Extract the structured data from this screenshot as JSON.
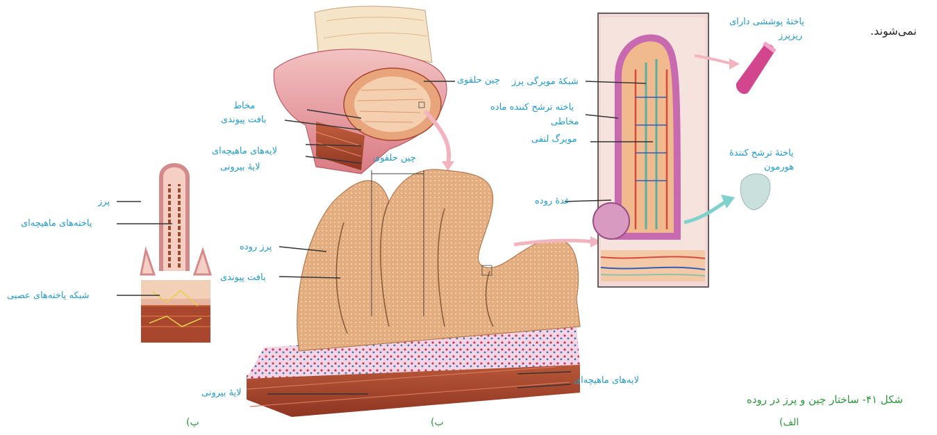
{
  "body_text": "نمی‌شوند.",
  "caption": "شکل ۴۱- ساختار چین و پرز در روده",
  "panels": {
    "alef": "الف)",
    "be": "ب)",
    "pe": "پ)"
  },
  "labels": {
    "circular_fold_top": "چین حلقوی",
    "mucosa": "مخاط",
    "connective_top": "بافت پیوندی",
    "muscle_layers_top": "لایه‌های ماهیچه‌ای",
    "outer_layer_top": "لایهٔ بیرونی",
    "circular_fold_mid": "چین حلقوی",
    "villus_mid": "پرز روده",
    "connective_mid": "بافت پیوندی",
    "muscle_layers_bottom": "لایه‌های ماهیچه‌ای",
    "outer_layer_bottom": "لایهٔ بیرونی",
    "villus_left": "پرز",
    "muscle_cells_left": "یاخته‌های ماهیچه‌ای",
    "nerve_network_left": "شبکه یاخته‌های عصبی",
    "capillary_network": "شبکهٔ مویرگی پرز",
    "mucus_cell_1": "یاخته ترشح کننده ماده",
    "mucus_cell_2": "مخاطی",
    "lymph_capillary": "مویرگ لنفی",
    "intestinal_gland": "غدهٔ روده",
    "epithelial_cell_1": "یاختهٔ پوششی دارای",
    "epithelial_cell_2": "ریزپرز",
    "hormone_cell_1": "یاختهٔ ترشح کنندهٔ",
    "hormone_cell_2": "هورمون"
  },
  "colors": {
    "label": "#1e9bd0",
    "caption": "#2a9a3a",
    "tissue": "#e9b98f",
    "muscle": "#a8472e",
    "pink": "#f2c7c4",
    "epithelium": "#c86ab0"
  }
}
